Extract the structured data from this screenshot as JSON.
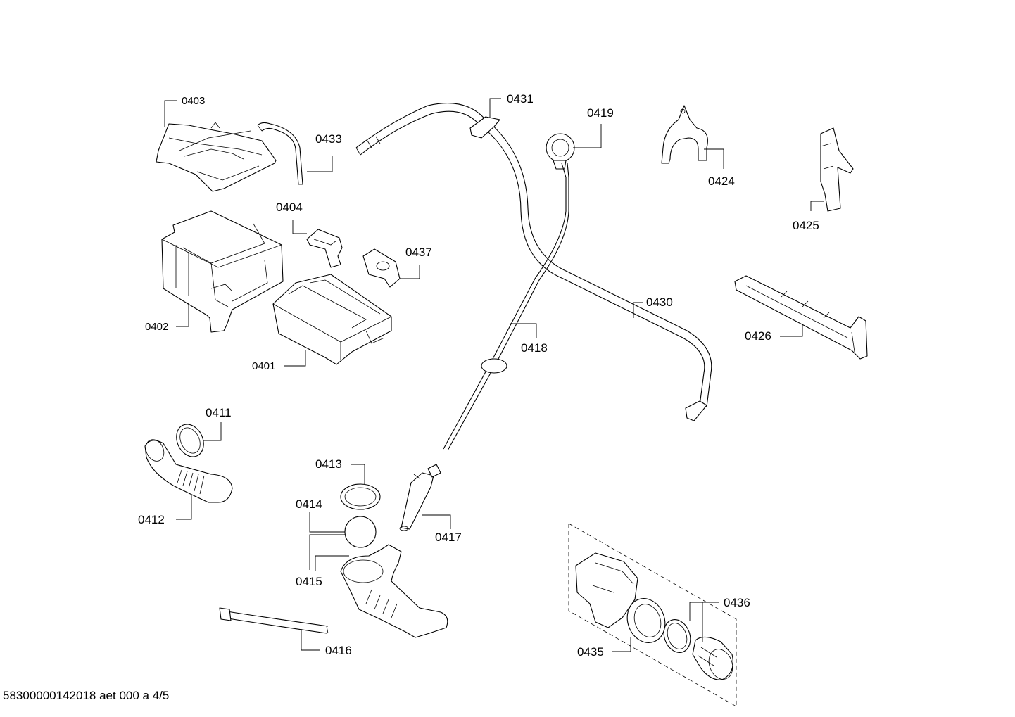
{
  "labels": {
    "p0401": "0401",
    "p0402": "0402",
    "p0403": "0403",
    "p0404": "0404",
    "p0411": "0411",
    "p0412": "0412",
    "p0413": "0413",
    "p0414": "0414",
    "p0415": "0415",
    "p0416": "0416",
    "p0417": "0417",
    "p0418": "0418",
    "p0419": "0419",
    "p0424": "0424",
    "p0425": "0425",
    "p0426": "0426",
    "p0430": "0430",
    "p0431": "0431",
    "p0433": "0433",
    "p0435": "0435",
    "p0436": "0436",
    "p0437": "0437"
  },
  "footer": {
    "document_code": "58300000142018 aet 000 a 4/5"
  }
}
